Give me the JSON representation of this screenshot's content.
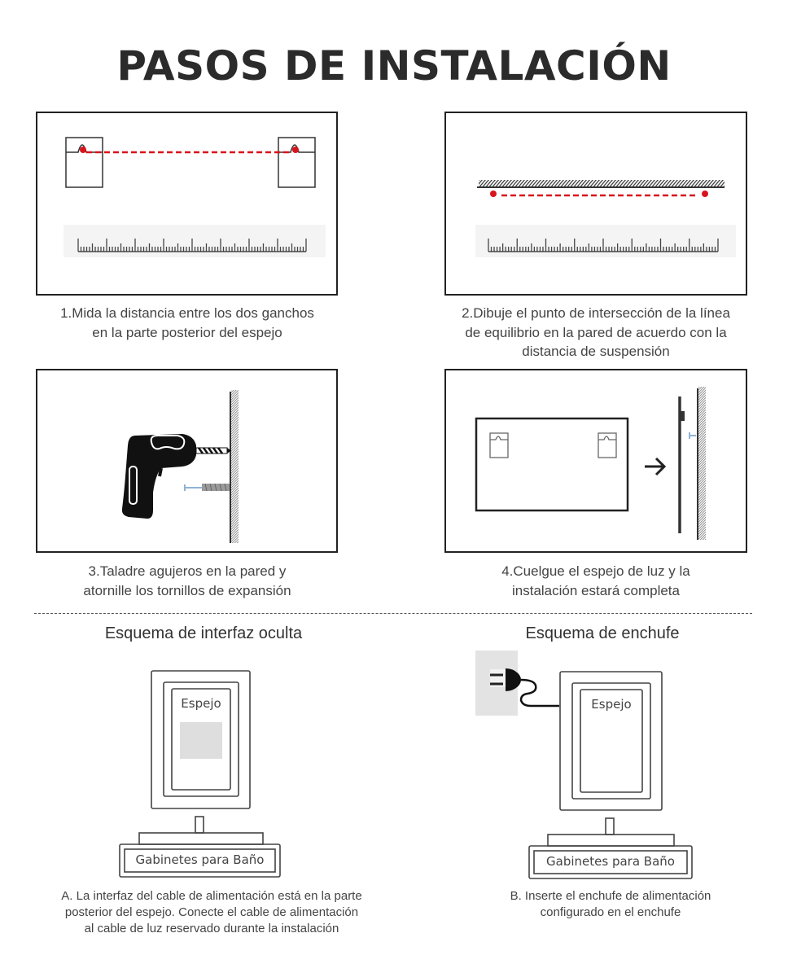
{
  "page": {
    "title": "PASOS DE INSTALACIÓN"
  },
  "steps": [
    {
      "number": 1,
      "caption_lines": [
        "1.Mida la distancia entre los dos ganchos",
        "en la parte posterior del espejo"
      ],
      "illustration": "two-hooks-with-red-dashed-measure-line-and-ruler"
    },
    {
      "number": 2,
      "caption_lines": [
        "2.Dibuje el punto de intersección de la línea",
        "de equilibrio en la pared de acuerdo con la",
        "distancia de suspensión"
      ],
      "illustration": "hatched-wall-with-red-dots-dashed-line-and-ruler"
    },
    {
      "number": 3,
      "caption_lines": [
        "3.Taladre agujeros en la pared y",
        "atornille los tornillos de expansión"
      ],
      "illustration": "drill-and-expansion-screw-into-wall"
    },
    {
      "number": 4,
      "caption_lines": [
        "4.Cuelgue el espejo de luz y la",
        "instalación estará completa"
      ],
      "illustration": "mirror-back-with-hooks-arrow-side-view-hanging-on-wall"
    }
  ],
  "schemes": [
    {
      "title": "Esquema de interfaz oculta",
      "mirror_label": "Espejo",
      "cabinet_label": "Gabinetes para Baño",
      "description_lines": [
        "A. La interfaz del cable de alimentación está en la parte",
        "posterior del espejo. Conecte el cable de alimentación",
        "al cable de luz reservado durante la instalación"
      ]
    },
    {
      "title": "Esquema de enchufe",
      "mirror_label": "Espejo",
      "cabinet_label": "Gabinetes para Baño",
      "description_lines": [
        "B. Inserte el enchufe de alimentación",
        "configurado en el enchufe"
      ]
    }
  ],
  "colors": {
    "line": "#222222",
    "measure_red": "#d8141c",
    "ruler_bg": "#f4f4f4",
    "hidden_interface_gray": "#dedede",
    "outlet_gray": "#e3e3e3",
    "screw_blue": "#8fb3d6"
  }
}
